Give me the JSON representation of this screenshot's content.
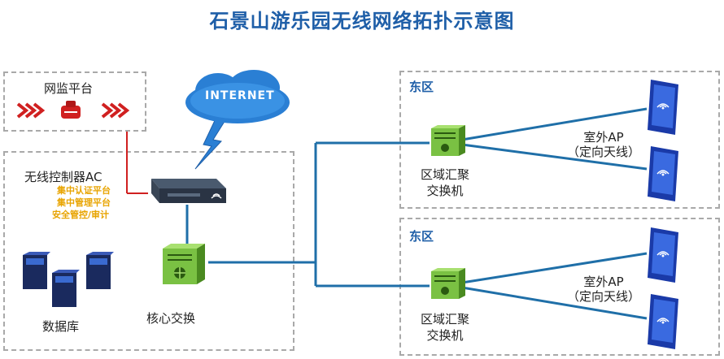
{
  "title": "石景山游乐园无线网络拓扑示意图",
  "monitor_platform": {
    "label": "网监平台"
  },
  "internet": {
    "label": "INTERNET"
  },
  "controller": {
    "label": "无线控制器AC",
    "features": [
      "集中认证平台",
      "集中管理平台",
      "安全管控/审计"
    ]
  },
  "database": {
    "label": "数据库"
  },
  "core_switch": {
    "label": "核心交换"
  },
  "zones": [
    {
      "name": "东区",
      "switch_label_1": "区域汇聚",
      "switch_label_2": "交换机",
      "ap_label_1": "室外AP",
      "ap_label_2": "（定向天线）"
    },
    {
      "name": "东区",
      "switch_label_1": "区域汇聚",
      "switch_label_2": "交换机",
      "ap_label_1": "室外AP",
      "ap_label_2": "（定向天线）"
    }
  ],
  "colors": {
    "title": "#1f5fa8",
    "link": "#1f6fa8",
    "ac_link": "#d02020",
    "highlight": "#e8a400",
    "switch": "#7ac143"
  }
}
